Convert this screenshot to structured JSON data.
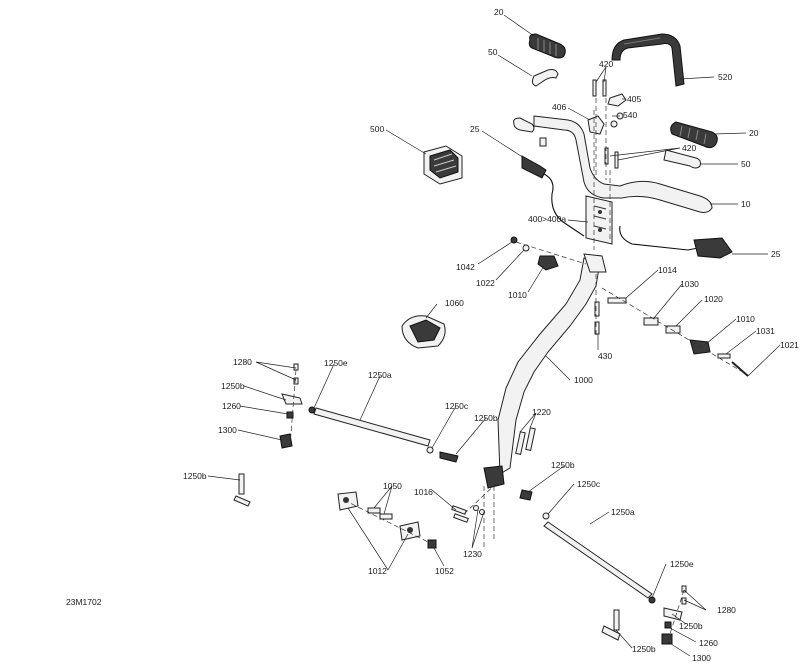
{
  "diagram_code": "23M1702",
  "callouts": [
    {
      "id": "c-20-top",
      "text": "20"
    },
    {
      "id": "c-50-top",
      "text": "50"
    },
    {
      "id": "c-420-top",
      "text": "420"
    },
    {
      "id": "c-405",
      "text": "405"
    },
    {
      "id": "c-520",
      "text": "520"
    },
    {
      "id": "c-406",
      "text": "406"
    },
    {
      "id": "c-540",
      "text": "540"
    },
    {
      "id": "c-500",
      "text": "500"
    },
    {
      "id": "c-25-left",
      "text": "25"
    },
    {
      "id": "c-420-mid",
      "text": "420"
    },
    {
      "id": "c-20-right",
      "text": "20"
    },
    {
      "id": "c-50-right",
      "text": "50"
    },
    {
      "id": "c-10",
      "text": "10"
    },
    {
      "id": "c-400",
      "text": "400>400a"
    },
    {
      "id": "c-25-right",
      "text": "25"
    },
    {
      "id": "c-1042",
      "text": "1042"
    },
    {
      "id": "c-1022",
      "text": "1022"
    },
    {
      "id": "c-1010-left",
      "text": "1010"
    },
    {
      "id": "c-1014",
      "text": "1014"
    },
    {
      "id": "c-1030",
      "text": "1030"
    },
    {
      "id": "c-1020",
      "text": "1020"
    },
    {
      "id": "c-1060",
      "text": "1060"
    },
    {
      "id": "c-1010-right",
      "text": "1010"
    },
    {
      "id": "c-1031",
      "text": "1031"
    },
    {
      "id": "c-1021",
      "text": "1021"
    },
    {
      "id": "c-430",
      "text": "430"
    },
    {
      "id": "c-1280-left",
      "text": "1280"
    },
    {
      "id": "c-1250e-left",
      "text": "1250e"
    },
    {
      "id": "c-1250a-left",
      "text": "1250a"
    },
    {
      "id": "c-1000",
      "text": "1000"
    },
    {
      "id": "c-1250b-left1",
      "text": "1250b"
    },
    {
      "id": "c-1260-left",
      "text": "1260"
    },
    {
      "id": "c-1250c-left",
      "text": "1250c"
    },
    {
      "id": "c-1220",
      "text": "1220"
    },
    {
      "id": "c-1250b-left2",
      "text": "1250b"
    },
    {
      "id": "c-1300-left",
      "text": "1300"
    },
    {
      "id": "c-1250b-left3",
      "text": "1250b"
    },
    {
      "id": "c-1250b-mid",
      "text": "1250b"
    },
    {
      "id": "c-1050",
      "text": "1050"
    },
    {
      "id": "c-1016",
      "text": "1016"
    },
    {
      "id": "c-1250c-right",
      "text": "1250c"
    },
    {
      "id": "c-1250a-right",
      "text": "1250a"
    },
    {
      "id": "c-1230",
      "text": "1230"
    },
    {
      "id": "c-1012",
      "text": "1012"
    },
    {
      "id": "c-1052",
      "text": "1052"
    },
    {
      "id": "c-1250e-right",
      "text": "1250e"
    },
    {
      "id": "c-1280-right",
      "text": "1280"
    },
    {
      "id": "c-1250b-right1",
      "text": "1250b"
    },
    {
      "id": "c-1260-right",
      "text": "1260"
    },
    {
      "id": "c-1250b-right2",
      "text": "1250b"
    },
    {
      "id": "c-1300-right",
      "text": "1300"
    }
  ]
}
